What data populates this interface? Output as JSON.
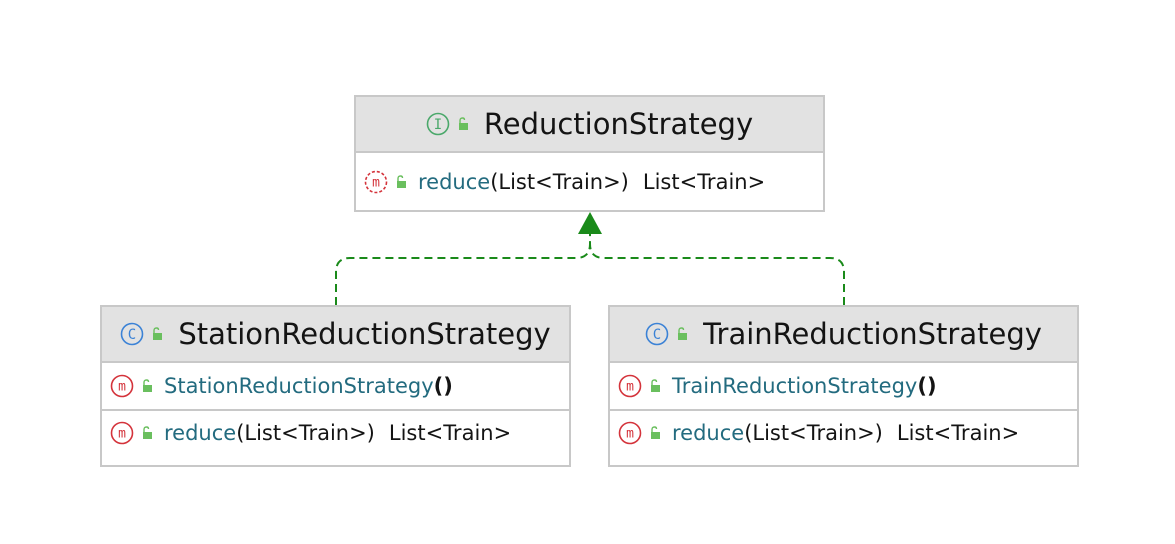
{
  "diagram": {
    "interface": {
      "name": "ReductionStrategy",
      "kind_icon": "interface-icon",
      "kind_letter": "I",
      "methods": [
        {
          "icon": "abstract-method-icon",
          "name": "reduce",
          "params": "(List<Train>)",
          "returns": "List<Train>"
        }
      ]
    },
    "classes": [
      {
        "name": "StationReductionStrategy",
        "kind_icon": "class-icon",
        "kind_letter": "C",
        "constructor": {
          "name": "StationReductionStrategy",
          "params": "()"
        },
        "methods": [
          {
            "name": "reduce",
            "params": "(List<Train>)",
            "returns": "List<Train>"
          }
        ]
      },
      {
        "name": "TrainReductionStrategy",
        "kind_icon": "class-icon",
        "kind_letter": "C",
        "constructor": {
          "name": "TrainReductionStrategy",
          "params": "()"
        },
        "methods": [
          {
            "name": "reduce",
            "params": "(List<Train>)",
            "returns": "List<Train>"
          }
        ]
      }
    ],
    "relations": [
      {
        "type": "realization",
        "from": "StationReductionStrategy",
        "to": "ReductionStrategy"
      },
      {
        "type": "realization",
        "from": "TrainReductionStrategy",
        "to": "ReductionStrategy"
      }
    ],
    "colors": {
      "interface_icon": "#4aa86a",
      "class_icon": "#3b82d6",
      "method_icon": "#d4333b",
      "public_lock": "#6abf5e",
      "member_name": "#236b7f",
      "realization_edge": "#1a8a1a",
      "header_bg": "#e2e2e2",
      "border": "#c8c8c8"
    }
  }
}
